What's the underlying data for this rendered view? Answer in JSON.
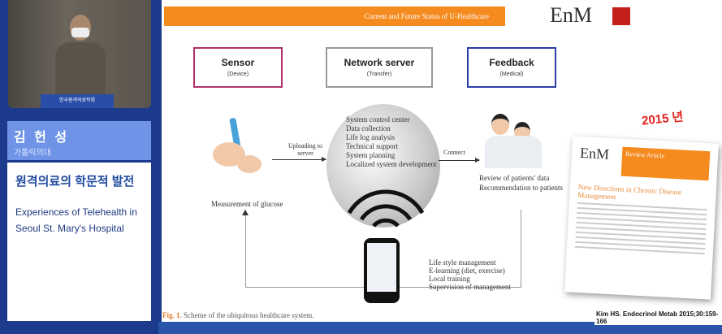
{
  "speaker": {
    "podium_label": "한국원격의료학회",
    "name": "김 헌 성",
    "affiliation": "가톨릭의대"
  },
  "talk": {
    "title_ko": "원격의료의 학문적 발전",
    "title_en": "Experiences of Telehealth in Seoul St. Mary's Hospital"
  },
  "slide": {
    "header": "Current and Future Status of U-Healthcare",
    "logo": "EnM",
    "boxes": [
      {
        "title": "Sensor",
        "sub": "(Device)",
        "color": "#b0306a"
      },
      {
        "title": "Network server",
        "sub": "(Transfer)",
        "color": "#999999"
      },
      {
        "title": "Feedback",
        "sub": "(Medical)",
        "color": "#2b3ea8"
      }
    ],
    "upload_label": "Uploading to server",
    "connect_label": "Connect",
    "server_items": [
      "System control center",
      "Data collection",
      "Life log analysis",
      "Technical support",
      "System planning",
      "Localized system development"
    ],
    "sensor_caption": "Measurement of glucose",
    "feedback_items": [
      "Review of patients' data",
      "Recommendation to patients"
    ],
    "mobile_items": [
      "Life style management",
      "E-learning  (diet, exercise)",
      "Local training",
      "Supervision of management"
    ],
    "figure_caption_label": "Fig. 1.",
    "figure_caption": "Scheme of the ubiquitous healthcare system.",
    "annotation_year": "2015 년",
    "paper": {
      "logo": "EnM",
      "type": "Review Article",
      "title": "New Directions in Chronic Disease Management"
    },
    "citation": "Kim HS. Endocrinol Metab 2015;30:159-166"
  }
}
